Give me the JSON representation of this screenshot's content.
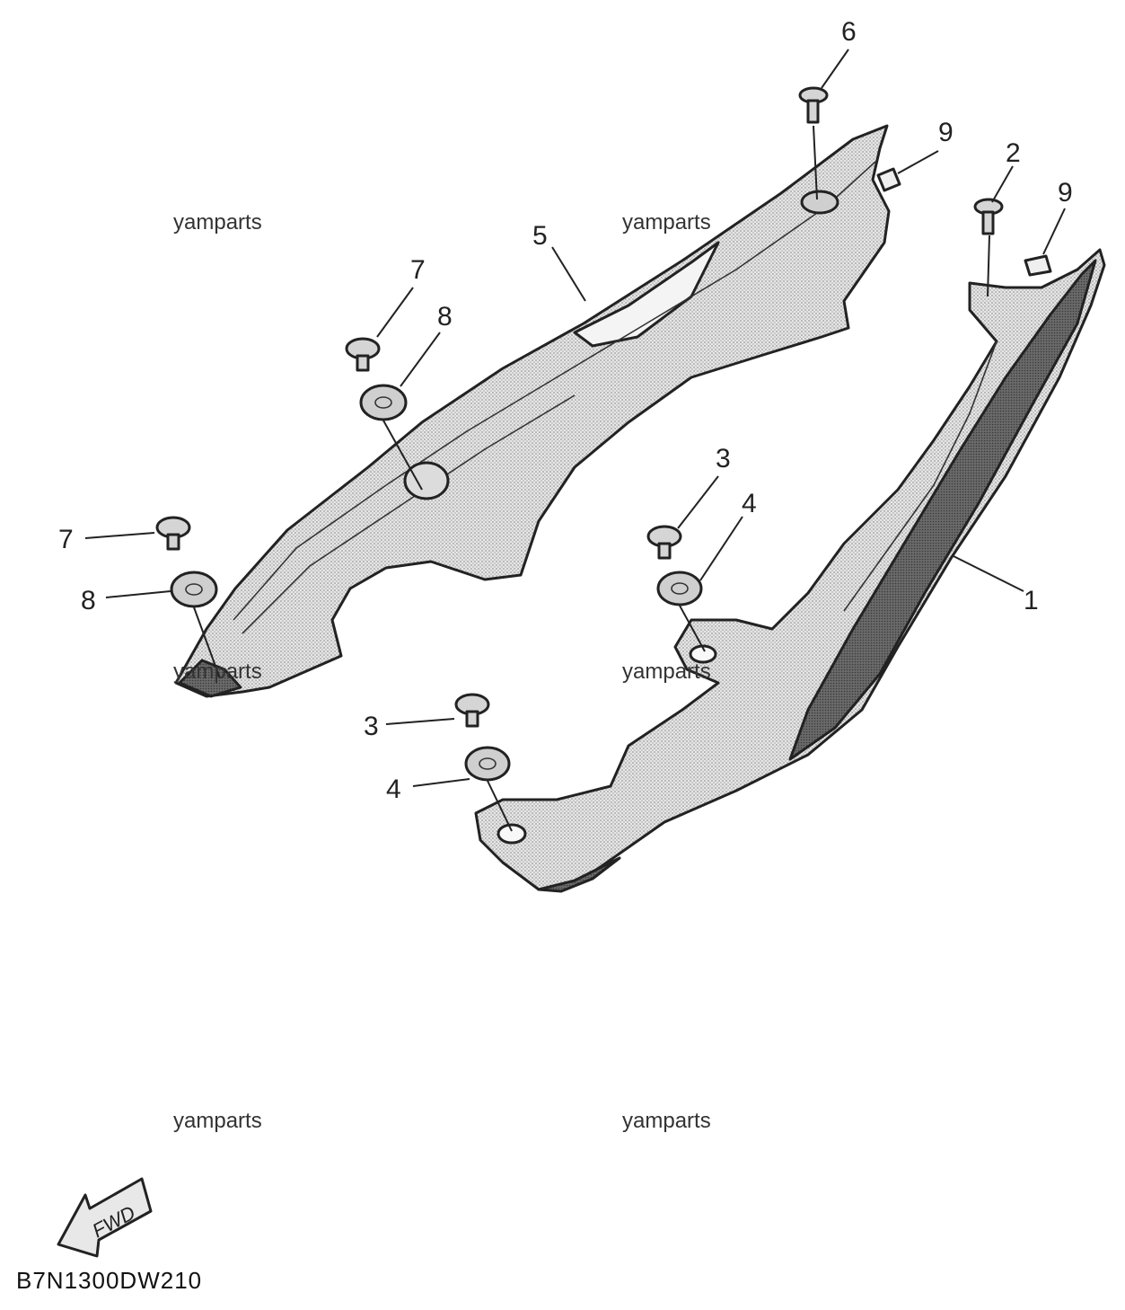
{
  "callouts": [
    {
      "id": "c1",
      "label": "1"
    },
    {
      "id": "c2",
      "label": "2"
    },
    {
      "id": "c3a",
      "label": "3"
    },
    {
      "id": "c3b",
      "label": "3"
    },
    {
      "id": "c4a",
      "label": "4"
    },
    {
      "id": "c4b",
      "label": "4"
    },
    {
      "id": "c5",
      "label": "5"
    },
    {
      "id": "c6",
      "label": "6"
    },
    {
      "id": "c7a",
      "label": "7"
    },
    {
      "id": "c7b",
      "label": "7"
    },
    {
      "id": "c8a",
      "label": "8"
    },
    {
      "id": "c8b",
      "label": "8"
    },
    {
      "id": "c9a",
      "label": "9"
    },
    {
      "id": "c9b",
      "label": "9"
    }
  ],
  "watermark": "yamparts",
  "fwd_label": "FWD",
  "diagram_code": "B7N1300DW210",
  "colors": {
    "line": "#222222",
    "shade": "#d9d9d9",
    "dark": "#6f6f6f"
  }
}
